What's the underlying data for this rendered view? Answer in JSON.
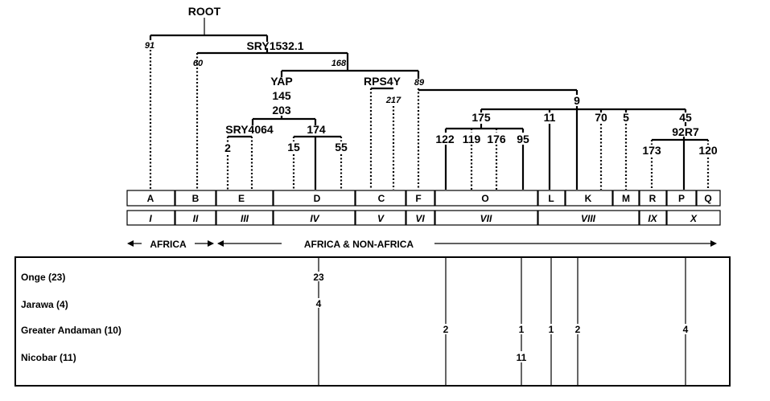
{
  "tree": {
    "root": "ROOT",
    "mutations": {
      "srY1532": "SRY1532.1",
      "m91": "91",
      "m60": "60",
      "m168": "168",
      "yap": "YAP",
      "m145": "145",
      "m203": "203",
      "rps4y": "RPS4Y",
      "m217": "217",
      "m89": "89",
      "m9": "9",
      "sry4064": "SRY4064",
      "m174": "174",
      "m2": "2",
      "m15": "15",
      "m55": "55",
      "m175": "175",
      "m11": "11",
      "m70": "70",
      "m5": "5",
      "m45": "45",
      "m92r7": "92R7",
      "m122": "122",
      "m119": "119",
      "m176": "176",
      "m95": "95",
      "m173": "173",
      "m120": "120"
    }
  },
  "haplogroups": [
    "A",
    "B",
    "E",
    "D",
    "C",
    "F",
    "O",
    "L",
    "K",
    "M",
    "R",
    "P",
    "Q"
  ],
  "clades": [
    "I",
    "II",
    "III",
    "IV",
    "V",
    "VI",
    "VII",
    "VIII",
    "IX",
    "X"
  ],
  "regions": {
    "africa": "AFRICA",
    "africa_non_africa": "AFRICA & NON-AFRICA"
  },
  "populations": [
    {
      "name": "Onge (23)"
    },
    {
      "name": "Jarawa (4)"
    },
    {
      "name": "Greater Andaman (10)"
    },
    {
      "name": "Nicobar (11)"
    }
  ],
  "counts": {
    "onge_d": "23",
    "jarawa_d": "4",
    "ga_o": "2",
    "ga_o95": "1",
    "ga_l": "1",
    "ga_k": "2",
    "ga_p": "4",
    "nicobar_o95": "11"
  }
}
